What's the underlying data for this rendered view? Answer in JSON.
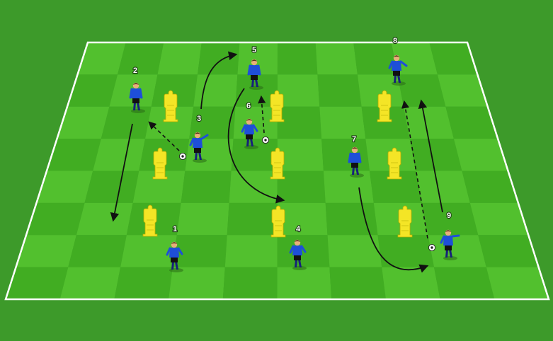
{
  "colors": {
    "surround": "#3d9a2a",
    "stripe_dark": "#41ad22",
    "stripe_light": "#52c02e",
    "lines": "#ffffff",
    "player_shirt": "#1e4fd8",
    "player_shorts": "#111111",
    "mannequin": "#f4e526",
    "arrow": "#111111"
  },
  "players": [
    {
      "label": "1",
      "role": "player"
    },
    {
      "label": "2",
      "role": "player"
    },
    {
      "label": "3",
      "role": "player-with-ball"
    },
    {
      "label": "4",
      "role": "player"
    },
    {
      "label": "5",
      "role": "player"
    },
    {
      "label": "6",
      "role": "player-with-ball"
    },
    {
      "label": "7",
      "role": "player"
    },
    {
      "label": "8",
      "role": "player"
    },
    {
      "label": "9",
      "role": "player-with-ball"
    }
  ],
  "equipment": {
    "mannequin_count": 9,
    "ball_count": 3
  },
  "movements": [
    {
      "kind": "run",
      "style": "solid"
    },
    {
      "kind": "pass",
      "style": "dashed"
    }
  ]
}
